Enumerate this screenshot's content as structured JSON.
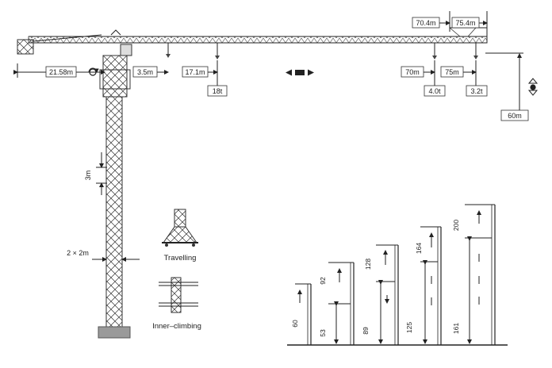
{
  "jib": {
    "radius_70": "70.4m",
    "radius_75": "75.4m",
    "counter_jib": "21.58m",
    "dist_a": "3.5m",
    "dist_b": "17.1m",
    "load_18": "18t",
    "radius_70_hook": "70m",
    "radius_75_hook": "75m",
    "load_4": "4.0t",
    "load_32": "3.2t",
    "height": "60m"
  },
  "mast": {
    "section": "3m",
    "size": "2 × 2m"
  },
  "configs": {
    "travelling": "Travelling",
    "inner_climbing": "Inner–climbing"
  },
  "heights": {
    "h60": "60",
    "h53": "53",
    "h92": "92",
    "h89": "89",
    "h128": "128",
    "h125": "125",
    "h164": "164",
    "h161": "161",
    "h200": "200"
  },
  "colors": {
    "line": "#222222",
    "box_border": "#333333",
    "ground": "#8a8a8a"
  }
}
